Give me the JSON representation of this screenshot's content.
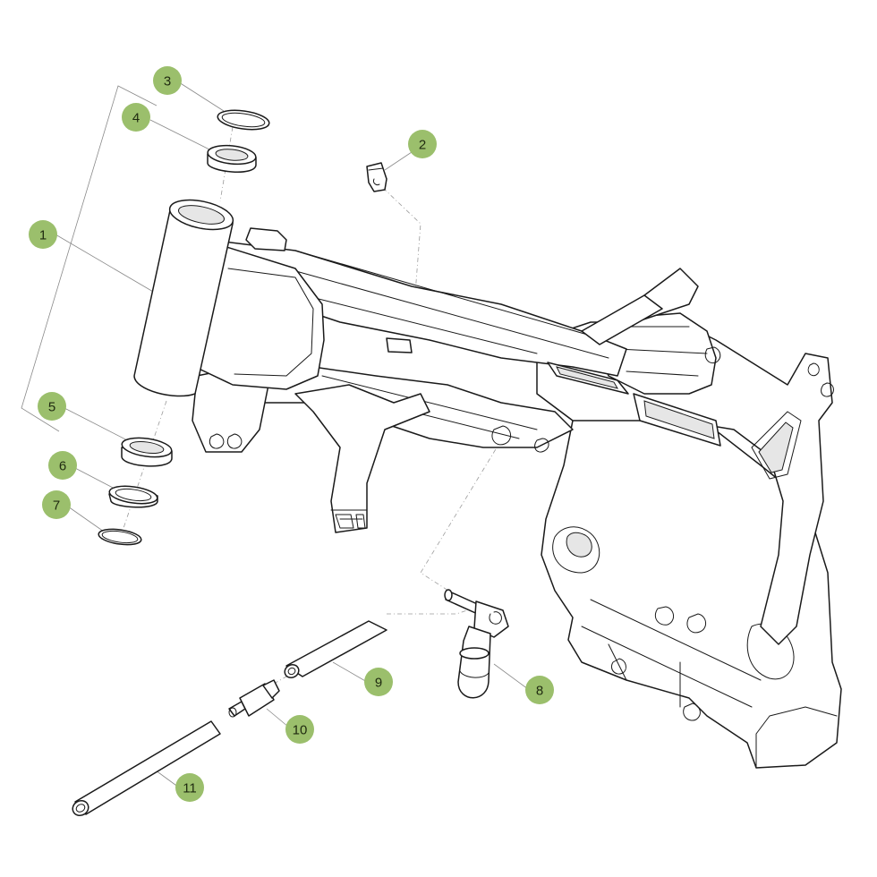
{
  "diagram": {
    "accent_color": "#9bbf6c",
    "callouts": [
      {
        "id": 1,
        "label": "1",
        "part": "frame-main-body"
      },
      {
        "id": 2,
        "label": "2",
        "part": "mounting-clip"
      },
      {
        "id": 3,
        "label": "3",
        "part": "upper-seal-ring"
      },
      {
        "id": 4,
        "label": "4",
        "part": "upper-bearing"
      },
      {
        "id": 5,
        "label": "5",
        "part": "lower-bearing"
      },
      {
        "id": 6,
        "label": "6",
        "part": "lower-seal-ring"
      },
      {
        "id": 7,
        "label": "7",
        "part": "lower-o-ring"
      },
      {
        "id": 8,
        "label": "8",
        "part": "pivot-bolt-assembly"
      },
      {
        "id": 9,
        "label": "9",
        "part": "short-sleeve"
      },
      {
        "id": 10,
        "label": "10",
        "part": "rubber-mount"
      },
      {
        "id": 11,
        "label": "11",
        "part": "long-tube"
      }
    ]
  }
}
